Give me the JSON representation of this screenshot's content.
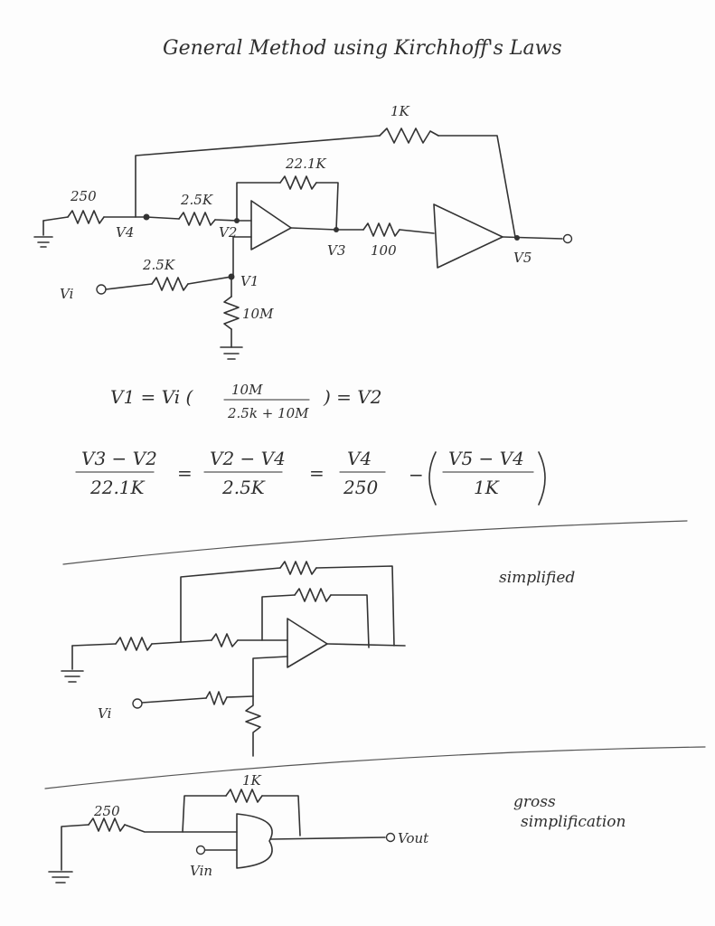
{
  "title": "General Method using Kirchhoff's Laws",
  "circuit1": {
    "r_feedback_outer": "1K",
    "r_feedback_opamp": "22.1K",
    "r_ground": "250",
    "r_series": "2.5K",
    "r_input": "2.5K",
    "r_shunt": "10M",
    "r_buffer": "100",
    "n4": "V4",
    "n2": "V2",
    "n3": "V3",
    "n1": "V1",
    "n5": "V5",
    "vi": "Vi"
  },
  "equations": {
    "eq1_left": "V1 = Vi (",
    "eq1_num": "10M",
    "eq1_den": "2.5k + 10M",
    "eq1_right": ") = V2",
    "f1_num": "V3 − V2",
    "f1_den": "22.1K",
    "eq_a": "=",
    "f2_num": "V2 − V4",
    "f2_den": "2.5K",
    "eq_b": "=",
    "f3_num": "V4",
    "f3_den": "250",
    "minus": "−",
    "f4_num": "V5 − V4",
    "f4_den": "1K"
  },
  "simplified": {
    "label": "simplified",
    "vi": "Vi"
  },
  "gross": {
    "label_line1": "gross",
    "label_line2": "simplification",
    "r_feedback": "1K",
    "r_ground": "250",
    "vout": "Vout",
    "vin": "Vin"
  }
}
